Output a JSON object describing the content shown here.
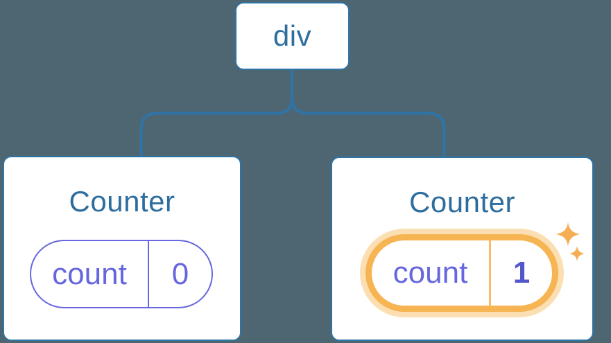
{
  "background_color": "#4D6672",
  "root_node": {
    "label": "div"
  },
  "counters": [
    {
      "title": "Counter",
      "state_key": "count",
      "state_value": "0",
      "highlighted": false
    },
    {
      "title": "Counter",
      "state_key": "count",
      "state_value": "1",
      "highlighted": true,
      "badge_icon": "sparkles-icon"
    }
  ],
  "colors": {
    "background": "#4D6672",
    "connector_blue": "#2E74A7",
    "node_border_blue": "#2E74A7",
    "text_blue": "#2D6E9E",
    "state_purple": "#6666DE",
    "state_value_bold_purple": "#5456CB",
    "highlight_orange": "#F6B452",
    "highlight_glow": "#FBDFB2",
    "highlight_divider": "#F7BD63",
    "sparkle_orange": "#F5AE55",
    "card_background": "#FFFFFF"
  }
}
